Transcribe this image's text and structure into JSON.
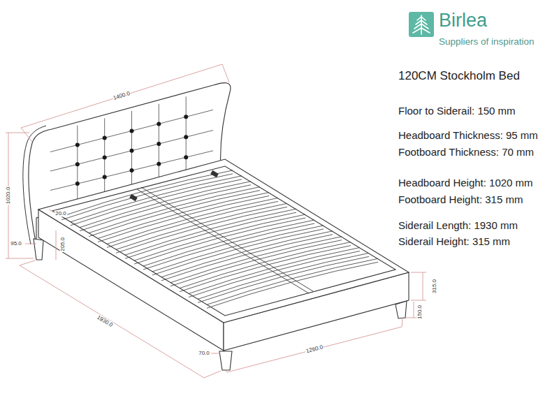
{
  "diagram": {
    "title": "120CM Stockholm Bed",
    "labels": [
      "Birlea",
      "Suppliers of inspiration",
      "Floor to Siderail: 150 mm",
      "Headboard Thickness: 95 mm",
      "Footboard Thickness: 70 mm",
      "Headboard Height: 1020 mm",
      "Footboard Height: 315 mm",
      "Siderail Length: 1930 mm",
      "Siderail Height: 315 mm",
      "1400.0",
      "1020.0",
      "95.0",
      "20.0",
      "205.0",
      "1930.0",
      "70.0",
      "1260.0",
      "315.0",
      "150.0"
    ]
  }
}
